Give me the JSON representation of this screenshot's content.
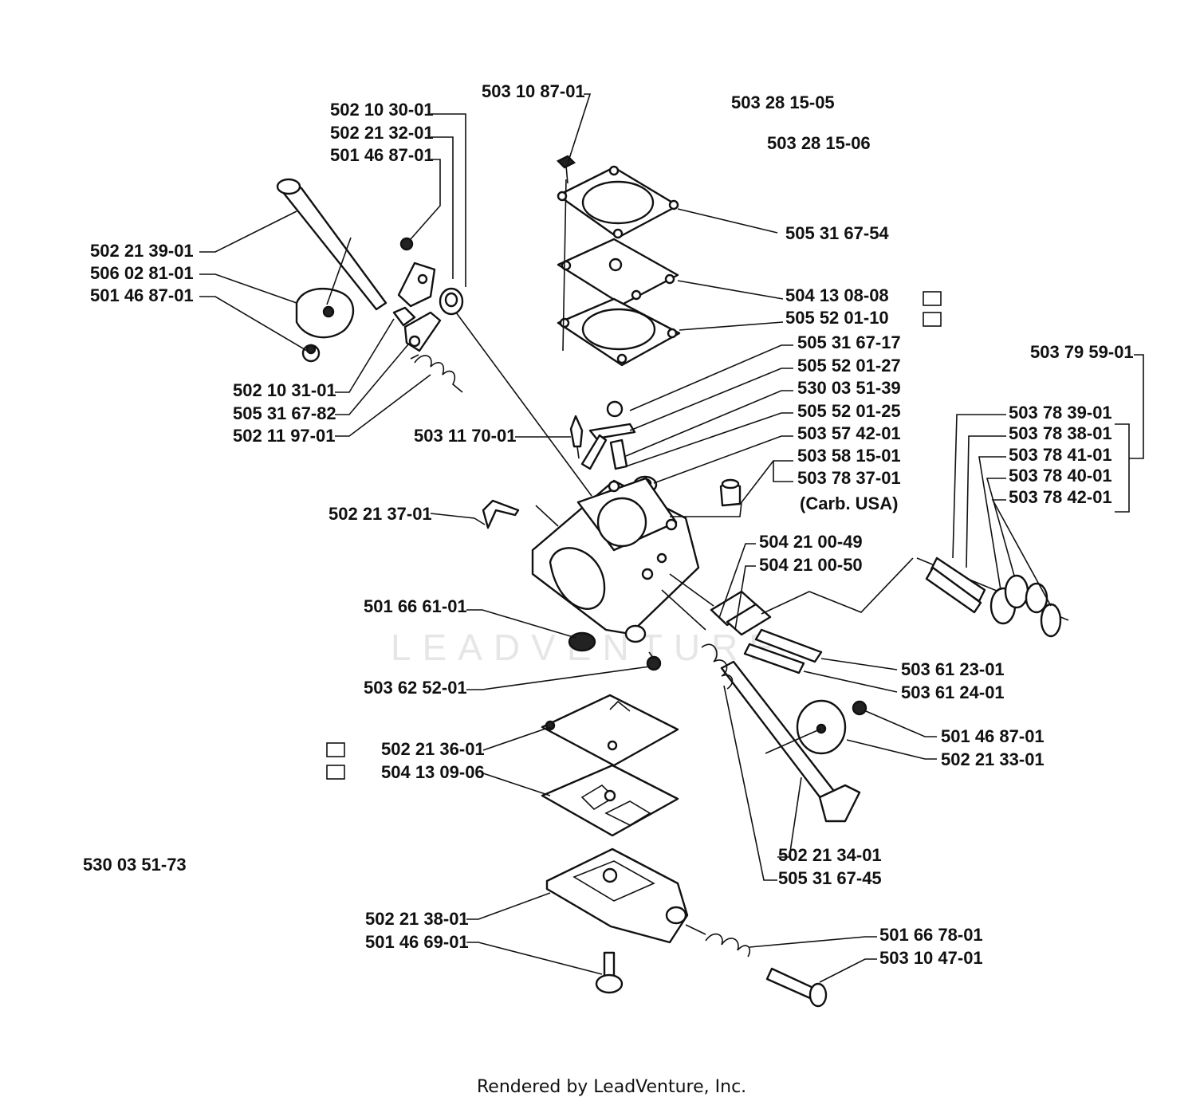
{
  "watermark": "LEADVENTURE",
  "footer": "Rendered by LeadVenture, Inc.",
  "notes": {
    "carb_usa": "(Carb. USA)"
  },
  "part_numbers": {
    "p503_10_87_01": "503 10 87-01",
    "p503_28_15_05": "503 28 15-05",
    "p503_28_15_06": "503 28 15-06",
    "p502_10_30_01": "502 10 30-01",
    "p502_21_32_01": "502 21 32-01",
    "p501_46_87_01_a": "501 46 87-01",
    "p502_21_39_01": "502 21 39-01",
    "p506_02_81_01": "506 02 81-01",
    "p501_46_87_01_b": "501 46 87-01",
    "p505_31_67_54": "505 31 67-54",
    "p504_13_08_08": "504 13 08-08",
    "p505_52_01_10": "505 52 01-10",
    "p505_31_67_17": "505 31 67-17",
    "p505_52_01_27": "505 52 01-27",
    "p530_03_51_39": "530 03 51-39",
    "p505_52_01_25": "505 52 01-25",
    "p503_57_42_01": "503 57 42-01",
    "p503_58_15_01": "503 58 15-01",
    "p503_78_37_01": "503 78 37-01",
    "p503_79_59_01": "503 79 59-01",
    "p503_78_39_01": "503 78 39-01",
    "p503_78_38_01": "503 78 38-01",
    "p503_78_41_01": "503 78 41-01",
    "p503_78_40_01": "503 78 40-01",
    "p503_78_42_01": "503 78 42-01",
    "p502_10_31_01": "502 10 31-01",
    "p505_31_67_82": "505 31 67-82",
    "p502_11_97_01": "502 11 97-01",
    "p503_11_70_01": "503 11 70-01",
    "p502_21_37_01": "502 21 37-01",
    "p504_21_00_49": "504 21 00-49",
    "p504_21_00_50": "504 21 00-50",
    "p501_66_61_01": "501 66 61-01",
    "p503_61_23_01": "503 61 23-01",
    "p503_61_24_01": "503 61 24-01",
    "p503_62_52_01": "503 62 52-01",
    "p501_46_87_01_c": "501 46 87-01",
    "p502_21_33_01": "502 21 33-01",
    "p502_21_36_01": "502 21 36-01",
    "p504_13_09_06": "504 13 09-06",
    "p530_03_51_73": "530 03 51-73",
    "p502_21_34_01": "502 21 34-01",
    "p505_31_67_45": "505 31 67-45",
    "p502_21_38_01": "502 21 38-01",
    "p501_46_69_01": "501 46 69-01",
    "p501_66_78_01": "501 66 78-01",
    "p503_10_47_01": "503 10 47-01"
  }
}
